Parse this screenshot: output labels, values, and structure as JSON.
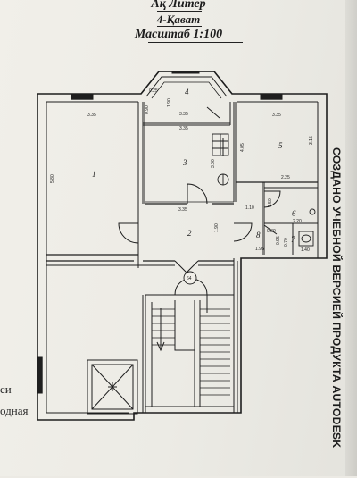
{
  "header": {
    "line1": "Ақ Литер",
    "line2": "4-Қават",
    "line3": "Масштаб 1:100"
  },
  "rooms": [
    {
      "id": "1",
      "label": "1"
    },
    {
      "id": "2",
      "label": "2"
    },
    {
      "id": "3",
      "label": "3"
    },
    {
      "id": "4",
      "label": "4"
    },
    {
      "id": "5",
      "label": "5"
    },
    {
      "id": "6",
      "label": "6"
    },
    {
      "id": "7",
      "label": "7"
    },
    {
      "id": "8",
      "label": "8"
    }
  ],
  "dimensions": {
    "r1_width": "3.35",
    "r1_length": "5.80",
    "bay_corner": "0.25",
    "r4_depth": "1.90",
    "r4_side": "0.90",
    "r4_width": "3.35",
    "r3_top": "3.35",
    "r3_height": "3.00",
    "r3_bottom": "3.35",
    "r5_width": "3.35",
    "r5_left": "4.05",
    "r5_right": "3.15",
    "r5_bottom": "2.25",
    "hall_len": "1.90",
    "door_gap": "1.10",
    "r6_left": "1.50",
    "r6_width": "2.20",
    "r8_small": "0.80",
    "r8_width": "1.95",
    "r7_a": "0.95",
    "r7_b": "0.70",
    "r7_width": "1.40",
    "stair_mark": "64"
  },
  "margin_fragments": {
    "line_a": "си",
    "line_b": "одная"
  },
  "watermark": {
    "text": "СОЗДАНО УЧЕБНОЙ ВЕРСИЕЙ ПРОДУКТА AUTODESK"
  }
}
